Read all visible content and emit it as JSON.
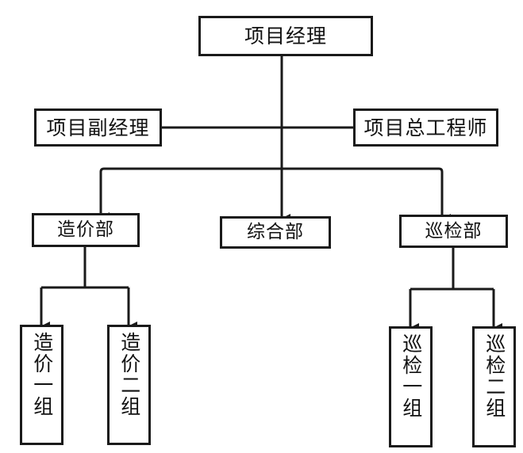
{
  "diagram": {
    "type": "org-chart",
    "orientation": "top-down",
    "background_color": "#ffffff",
    "line_color": "#1a1a1a",
    "box_border_color": "#1a1a1a",
    "text_color": "#111111",
    "levels": 4
  },
  "nodes": {
    "project_manager": {
      "label": "项目经理",
      "level": 1,
      "text_direction": "horizontal"
    },
    "deputy_project_manager": {
      "label": "项目副经理",
      "level": 2,
      "text_direction": "horizontal"
    },
    "chief_engineer": {
      "label": "项目总工程师",
      "level": 2,
      "text_direction": "horizontal"
    },
    "cost_department": {
      "label": "造价部",
      "level": 3,
      "text_direction": "horizontal"
    },
    "general_department": {
      "label": "综合部",
      "level": 3,
      "text_direction": "horizontal"
    },
    "inspection_department": {
      "label": "巡检部",
      "level": 3,
      "text_direction": "horizontal"
    },
    "cost_group_one": {
      "label": "造价一组",
      "level": 4,
      "text_direction": "vertical"
    },
    "cost_group_two": {
      "label": "造价二组",
      "level": 4,
      "text_direction": "vertical"
    },
    "inspection_group_one": {
      "label": "巡检一组",
      "level": 4,
      "text_direction": "vertical"
    },
    "inspection_group_two": {
      "label": "巡检二组",
      "level": 4,
      "text_direction": "vertical"
    }
  },
  "edges": [
    {
      "from": "project_manager",
      "to": "deputy_project_manager",
      "style": "elbow",
      "arrow": false
    },
    {
      "from": "project_manager",
      "to": "chief_engineer",
      "style": "elbow",
      "arrow": false
    },
    {
      "from": "project_manager",
      "to": "cost_department",
      "style": "elbow",
      "arrow": true
    },
    {
      "from": "project_manager",
      "to": "general_department",
      "style": "straight",
      "arrow": true
    },
    {
      "from": "project_manager",
      "to": "inspection_department",
      "style": "elbow",
      "arrow": true
    },
    {
      "from": "cost_department",
      "to": "cost_group_one",
      "style": "elbow",
      "arrow": true
    },
    {
      "from": "cost_department",
      "to": "cost_group_two",
      "style": "elbow",
      "arrow": true
    },
    {
      "from": "inspection_department",
      "to": "inspection_group_one",
      "style": "elbow",
      "arrow": true
    },
    {
      "from": "inspection_department",
      "to": "inspection_group_two",
      "style": "elbow",
      "arrow": true
    }
  ]
}
